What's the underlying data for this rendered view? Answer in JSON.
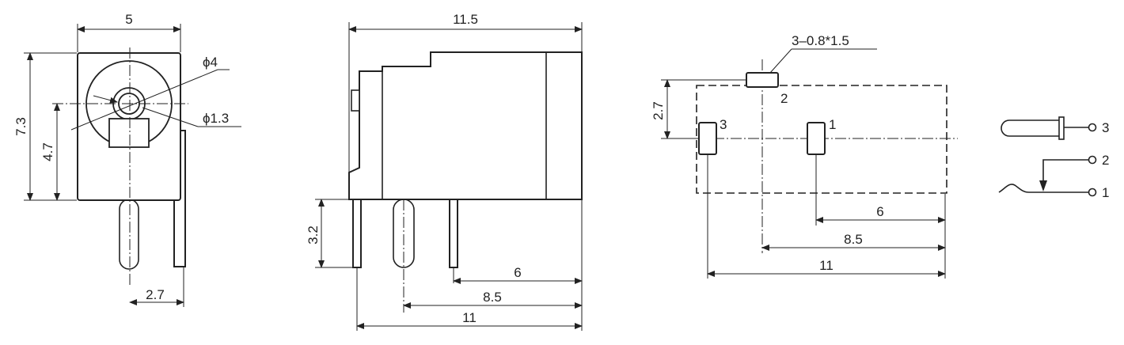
{
  "front_view": {
    "width_dim": "5",
    "height_dim": "7.3",
    "center_height_dim": "4.7",
    "outer_diameter": "ϕ4",
    "inner_diameter": "ϕ1.3",
    "pin_spacing_dim": "2.7"
  },
  "side_view": {
    "length_dim": "11.5",
    "pin_length_dim": "3.2",
    "pin_dist_1": "6",
    "pin_dist_2": "8.5",
    "pin_dist_3": "11"
  },
  "footprint": {
    "pad_spec": "3–0.8*1.5",
    "pad_offset_dim": "2.7",
    "dist_1": "6",
    "dist_2": "8.5",
    "dist_3": "11",
    "pad_labels": [
      "1",
      "2",
      "3"
    ]
  },
  "schematic": {
    "terminals": [
      "3",
      "2",
      "1"
    ]
  },
  "colors": {
    "line": "#222222",
    "background": "#ffffff"
  }
}
